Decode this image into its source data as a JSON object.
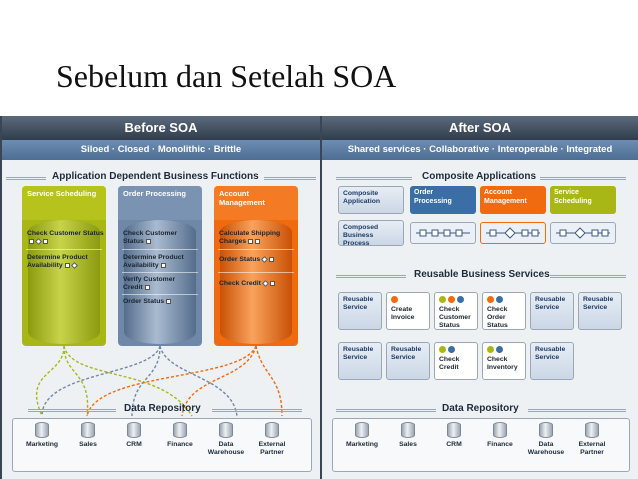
{
  "slide": {
    "title": "Sebelum dan Setelah SOA"
  },
  "before": {
    "header": "Before SOA",
    "subheader": "Siloed · Closed · Monolithic · Brittle",
    "functions_title": "Application Dependent Business Functions",
    "silos": [
      {
        "title": "Service Scheduling",
        "items": [
          "Check Customer Status",
          "Determine Product Availability"
        ]
      },
      {
        "title": "Order Processing",
        "items": [
          "Check Customer Status",
          "Determine Product Availability",
          "Verify Customer Credit",
          "Order Status"
        ]
      },
      {
        "title": "Account Management",
        "items": [
          "Calculate Shipping Charges",
          "Order Status",
          "Check Credit"
        ]
      }
    ],
    "repository_title": "Data Repository",
    "repositories": [
      "Marketing",
      "Sales",
      "CRM",
      "Finance",
      "Data Warehouse",
      "External Partner"
    ]
  },
  "after": {
    "header": "After SOA",
    "subheader": "Shared services · Collaborative · Interoperable · Integrated",
    "composite_title": "Composite Applications",
    "composite_apps": [
      "Composite Application",
      "Order Processing",
      "Account Management",
      "Service Scheduling"
    ],
    "composed_process": "Composed Business Process",
    "services_title": "Reusable Business Services",
    "services_row1": [
      "Reusable Service",
      "Create Invoice",
      "Check Customer Status",
      "Check Order Status",
      "Reusable Service",
      "Reusable Service"
    ],
    "services_row2": [
      "Reusable Service",
      "Reusable Service",
      "Check Credit",
      "Check Inventory",
      "Reusable Service"
    ],
    "repository_title": "Data Repository",
    "repositories": [
      "Marketing",
      "Sales",
      "CRM",
      "Finance",
      "Data Warehouse",
      "External Partner"
    ]
  },
  "colors": {
    "scheduling": "#a8b716",
    "processing": "#6f88a8",
    "management": "#f06a10",
    "composite": "#3a6ea5"
  }
}
